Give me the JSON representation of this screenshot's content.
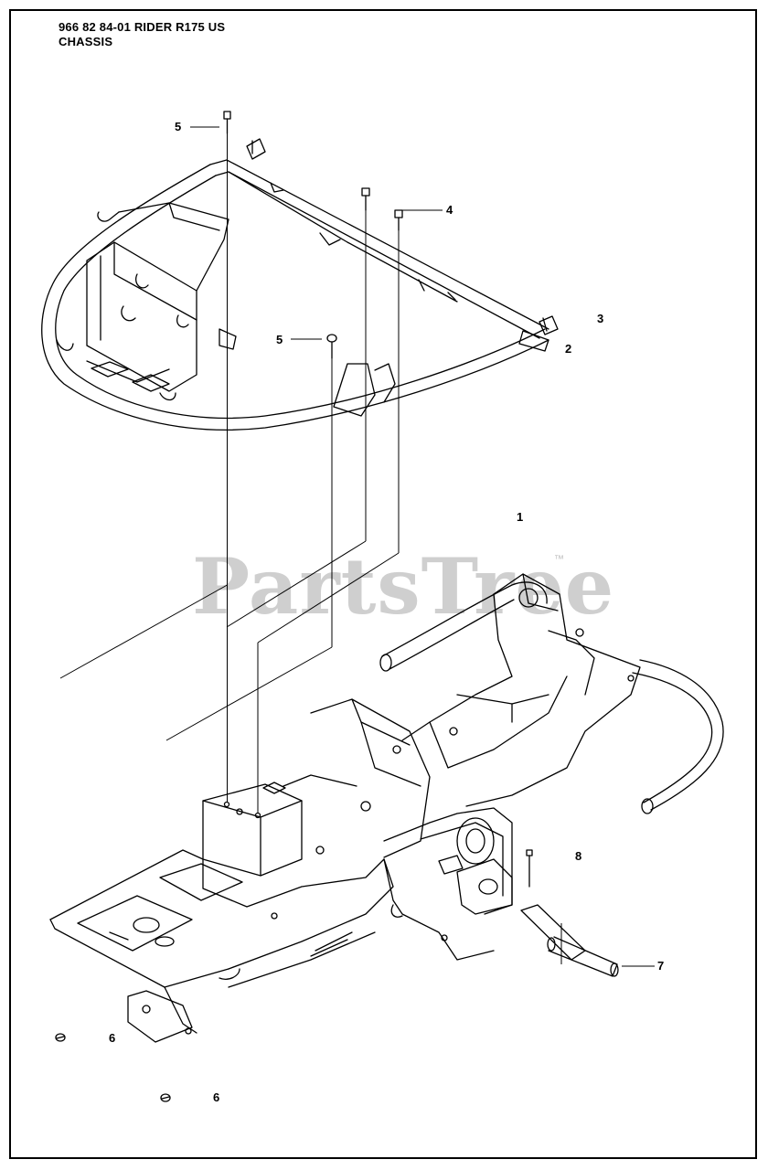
{
  "header": {
    "model_line": "966 82 84-01 RIDER R175 US",
    "section": "CHASSIS"
  },
  "watermark": {
    "text": "PartsTree",
    "trademark": "™"
  },
  "callouts": [
    {
      "id": "c5a",
      "label": "5"
    },
    {
      "id": "c4",
      "label": "4"
    },
    {
      "id": "c3",
      "label": "3"
    },
    {
      "id": "c2",
      "label": "2"
    },
    {
      "id": "c5b",
      "label": "5"
    },
    {
      "id": "c1",
      "label": "1"
    },
    {
      "id": "c8",
      "label": "8"
    },
    {
      "id": "c7",
      "label": "7"
    },
    {
      "id": "c6a",
      "label": "6"
    },
    {
      "id": "c6b",
      "label": "6"
    }
  ],
  "colors": {
    "line": "#000000",
    "watermark": "#cfcfcf",
    "background": "#ffffff"
  }
}
